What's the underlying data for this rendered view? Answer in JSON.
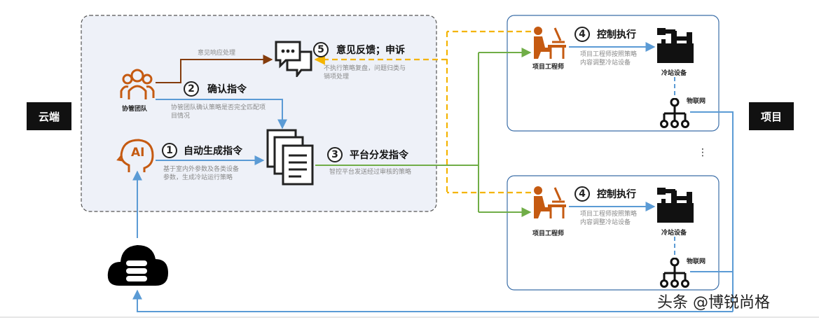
{
  "labels": {
    "cloud": "云端",
    "project": "项目"
  },
  "cloud_panel": {
    "collab_team": "协管团队",
    "ai_label": "AI",
    "step1": {
      "num": "1",
      "title": "自动生成指令",
      "desc1": "基于室内外参数及各类设备",
      "desc2": "参数，生成冷站运行策略"
    },
    "step2": {
      "num": "2",
      "title": "确认指令",
      "desc1": "协管团队确认策略是否完全匹配项",
      "desc2": "目情况"
    },
    "step5": {
      "num": "5",
      "title": "意见反馈；申诉",
      "desc1": "不执行策略复盘，问题归类与",
      "desc2": "销项处理"
    },
    "response_note": "意见响应处理"
  },
  "step3": {
    "num": "3",
    "title": "平台分发指令",
    "desc": "智控平台发送经过审核的策略"
  },
  "projects": [
    {
      "engineer": "项目工程师",
      "step4": {
        "num": "4",
        "title": "控制执行",
        "desc1": "项目工程师按照策略",
        "desc2": "内容调整冷站设备"
      },
      "equipment": "冷站设备",
      "iot": "物联网"
    },
    {
      "engineer": "项目工程师",
      "step4": {
        "num": "4",
        "title": "控制执行",
        "desc1": "项目工程师按照策略",
        "desc2": "内容调整冷站设备"
      },
      "equipment": "冷站设备",
      "iot": "物联网"
    }
  ],
  "ellipsis": "⋮",
  "watermark": "头条 @博锐尚格",
  "colors": {
    "blue_line": "#5b9bd5",
    "green_line": "#70ad47",
    "orange_dash": "#f4b400",
    "brown_line": "#843c0c",
    "orange_icon": "#c55a11",
    "panel_fill": "#eef1f8"
  }
}
